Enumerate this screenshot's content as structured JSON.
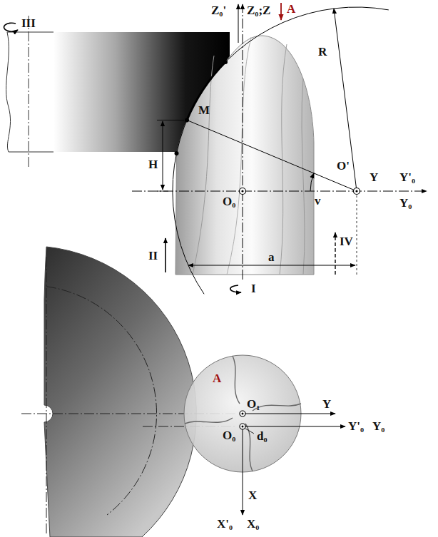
{
  "diagram": {
    "labels": [
      "Z₀'",
      "Z₀;Z",
      "A",
      "III",
      "R",
      "M",
      "H",
      "v",
      "O₀",
      "O'",
      "Y",
      "Y'₀",
      "Y₀",
      "II",
      "IV",
      "a",
      "I",
      "A",
      "O₁",
      "Y",
      "d₀",
      "O₀",
      "Y'₀",
      "Y₀",
      "X",
      "X'₀",
      "X₀"
    ]
  }
}
